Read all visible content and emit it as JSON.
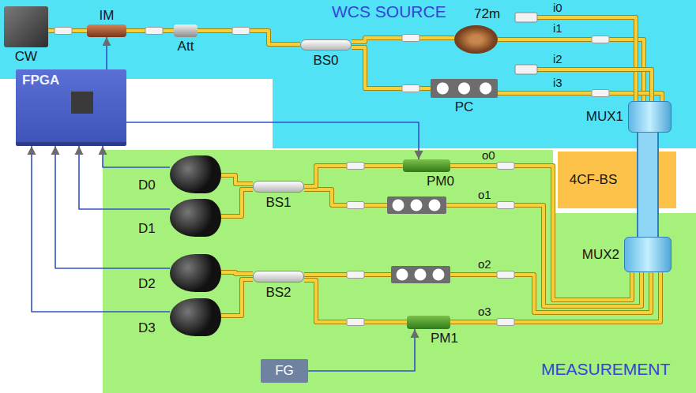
{
  "diagram": {
    "nodes": [
      {
        "text": [
          "WCS SOURCE"
        ]
      },
      {
        "text": [
          "CW"
        ],
        "in": 0
      },
      {
        "text": [
          "IM"
        ],
        "in": 0
      },
      {
        "text": [
          "Att"
        ],
        "in": 0
      },
      {
        "text": [
          "BS0"
        ],
        "in": 0
      },
      {
        "text": [
          "72m"
        ],
        "in": 0
      },
      {
        "text": [
          "PC"
        ],
        "in": 0
      },
      {
        "text": [
          "MUX1"
        ],
        "in": 0
      },
      {
        "text": [
          "FPGA"
        ]
      },
      {
        "text": [
          "4CF-BS"
        ]
      },
      {
        "text": [
          "MEASUREMENT"
        ]
      },
      {
        "text": [
          "PM0"
        ],
        "in": 10
      },
      {
        "text": [
          "D0"
        ],
        "in": 10
      },
      {
        "text": [
          "BS1"
        ],
        "in": 10
      },
      {
        "text": [
          "D1"
        ],
        "in": 10
      },
      {
        "text": [
          "MUX2"
        ],
        "in": 10
      },
      {
        "text": [
          "D2"
        ],
        "in": 10
      },
      {
        "text": [
          "BS2"
        ],
        "in": 10
      },
      {
        "text": [
          "D3"
        ],
        "in": 10
      },
      {
        "text": [
          "PM1"
        ],
        "in": 10
      },
      {
        "text": [
          "FG"
        ],
        "in": 10
      }
    ],
    "edges": [
      {
        "from": 1,
        "to": 2,
        "arrow": "none"
      },
      {
        "from": 2,
        "to": 3,
        "arrow": "none"
      },
      {
        "from": 3,
        "to": 4,
        "arrow": "none"
      },
      {
        "from": 4,
        "to": 5,
        "arrow": "none"
      },
      {
        "from": 4,
        "to": 6,
        "arrow": "none"
      },
      {
        "from": 5,
        "to": 7,
        "arrow": "none"
      },
      {
        "from": 6,
        "to": 7,
        "arrow": "none"
      },
      {
        "from": 7,
        "to": 15,
        "arrow": "none"
      },
      {
        "from": 15,
        "to": 11,
        "arrow": "none"
      },
      {
        "from": 15,
        "to": 13,
        "arrow": "none"
      },
      {
        "from": 15,
        "to": 17,
        "arrow": "none"
      },
      {
        "from": 15,
        "to": 19,
        "arrow": "none"
      },
      {
        "from": 11,
        "to": 13,
        "arrow": "none"
      },
      {
        "from": 19,
        "to": 17,
        "arrow": "none"
      },
      {
        "from": 13,
        "to": 12,
        "arrow": "none"
      },
      {
        "from": 13,
        "to": 14,
        "arrow": "none"
      },
      {
        "from": 17,
        "to": 16,
        "arrow": "none"
      },
      {
        "from": 17,
        "to": 18,
        "arrow": "none"
      },
      {
        "from": 8,
        "to": 2,
        "arrow": "to"
      },
      {
        "from": 8,
        "to": 11,
        "arrow": "to"
      },
      {
        "from": 12,
        "to": 8,
        "arrow": "to"
      },
      {
        "from": 14,
        "to": 8,
        "arrow": "to"
      },
      {
        "from": 16,
        "to": 8,
        "arrow": "to"
      },
      {
        "from": 18,
        "to": 8,
        "arrow": "to"
      },
      {
        "from": 20,
        "to": 19,
        "arrow": "to"
      }
    ],
    "labels": [
      "i0",
      "i1",
      "i2",
      "i3",
      "o0",
      "o1",
      "o2",
      "o3"
    ]
  }
}
